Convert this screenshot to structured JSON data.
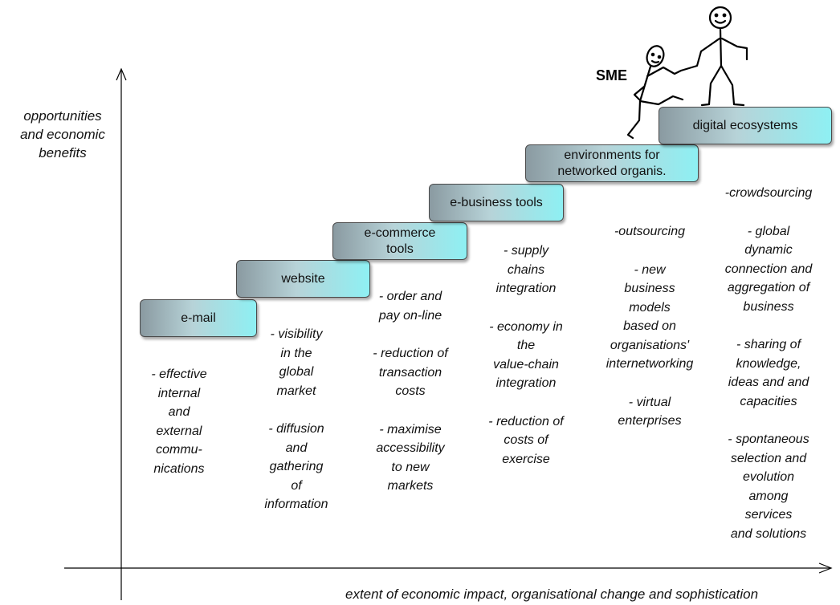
{
  "axes": {
    "y_label": "opportunities\nand economic\nbenefits",
    "x_label": "extent of economic impact, organisational change and sophistication"
  },
  "steps": [
    {
      "label": "e-mail"
    },
    {
      "label": "website"
    },
    {
      "label": "e-commerce\ntools"
    },
    {
      "label": "e-business tools"
    },
    {
      "label": "environments for\nnetworked organis."
    },
    {
      "label": "digital ecosystems"
    }
  ],
  "columns": [
    {
      "bullets": [
        "- effective\ninternal\nand\nexternal\ncommu-\nnications"
      ]
    },
    {
      "bullets": [
        "- visibility\nin the\nglobal\nmarket",
        "- diffusion\nand\ngathering\nof\ninformation"
      ]
    },
    {
      "bullets": [
        "- order and\npay on-line",
        "- reduction of\ntransaction\ncosts",
        "- maximise\naccessibility\nto new\nmarkets"
      ]
    },
    {
      "bullets": [
        "- supply\nchains\nintegration",
        "- economy in\nthe\nvalue-chain\nintegration",
        "- reduction of\ncosts of\nexercise"
      ]
    },
    {
      "bullets": [
        "-outsourcing",
        "- new\nbusiness\nmodels\nbased on\norganisations'\ninternetworking",
        "- virtual\nenterprises"
      ]
    },
    {
      "bullets": [
        "-crowdsourcing",
        "- global\ndynamic\nconnection and\naggregation of\nbusiness",
        "- sharing of\nknowledge,\nideas and and\ncapacities",
        "- spontaneous\nselection and\nevolution\namong\nservices\nand solutions"
      ]
    }
  ],
  "figure": {
    "sme_label": "SME"
  }
}
